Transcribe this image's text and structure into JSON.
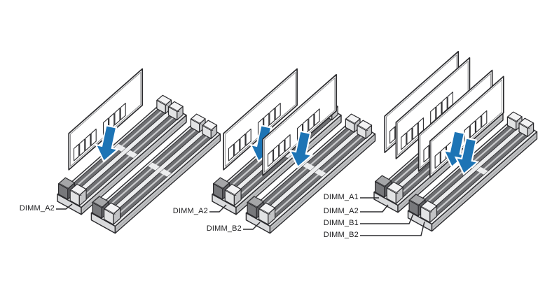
{
  "colors": {
    "background": "#ffffff",
    "outline": "#2b2b2e",
    "arrow_blue": "#1d74b5",
    "slot_top": "#ecedee",
    "slot_front": "#dadbdd",
    "slot_side": "#bfc0c2",
    "channel_dark": "#6e6f72",
    "channel_slit": "#c9cacc",
    "latch_dark_face": "#77787b",
    "latch_dark_top": "#a5a6a8",
    "latch_dark_side": "#5f6063",
    "latch_light_face": "#e2e3e4",
    "latch_light_top": "#f3f3f4",
    "latch_light_side": "#c2c3c5",
    "dimm_face": "#ffffff",
    "label_text": "#1c1c1e"
  },
  "panels": [
    {
      "name": "single-dimm-configuration",
      "dimm_modules": 1,
      "labels": [
        {
          "text": "DIMM_A2"
        }
      ]
    },
    {
      "name": "dual-dimm-configuration",
      "dimm_modules": 2,
      "labels": [
        {
          "text": "DIMM_A2"
        },
        {
          "text": "DIMM_B2"
        }
      ]
    },
    {
      "name": "quad-dimm-configuration",
      "dimm_modules": 4,
      "labels": [
        {
          "text": "DIMM_A1"
        },
        {
          "text": "DIMM_A2"
        },
        {
          "text": "DIMM_B1"
        },
        {
          "text": "DIMM_B2"
        }
      ]
    }
  ]
}
